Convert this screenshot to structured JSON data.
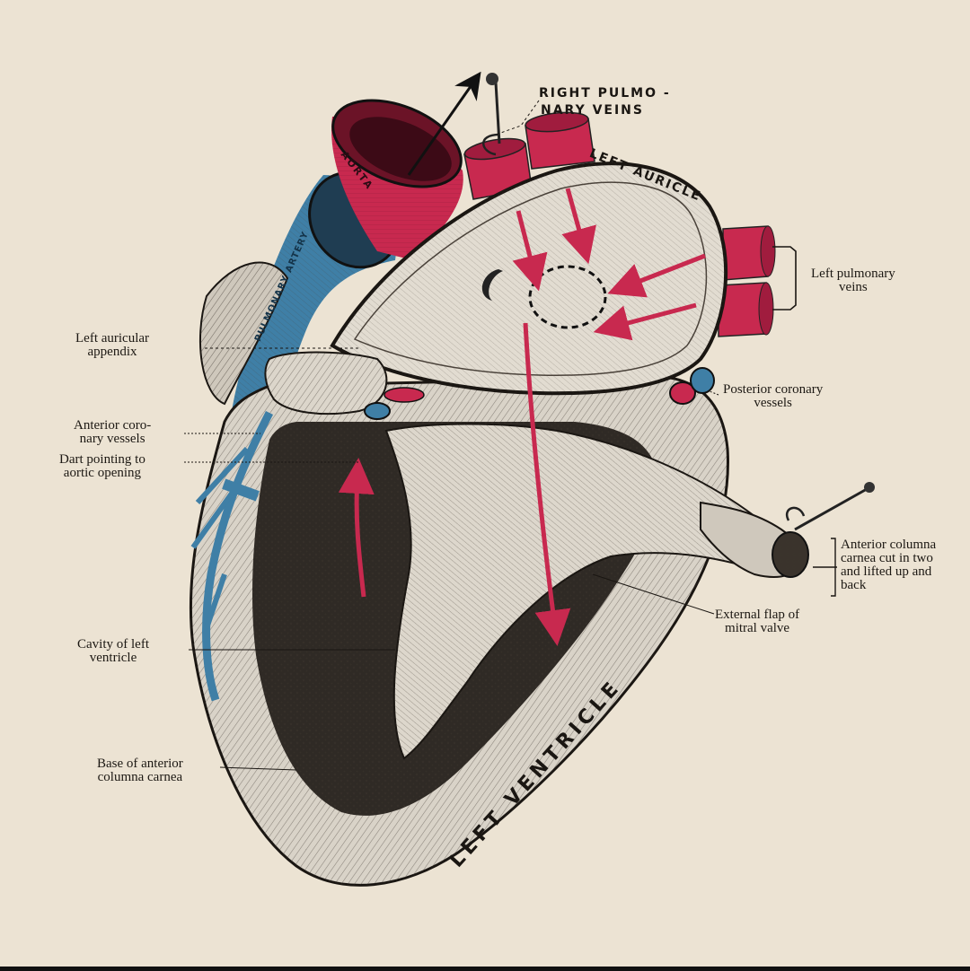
{
  "colors": {
    "paper": "#ece3d3",
    "artery_red": "#c8294f",
    "vein_blue": "#3f7fa6",
    "engraving": "#2a2622",
    "muscle_light": "#dcd6cb"
  },
  "labels": {
    "right_pulmonary_veins": [
      "RIGHT PULMO -",
      "NARY VEINS"
    ],
    "left_auricle": "LEFT AURICLE",
    "aorta": "AORTA",
    "pulmonary_artery": "PULMONARY ARTERY",
    "left_pulmonary_veins": [
      "Left pulmonary",
      "veins"
    ],
    "left_auricular_appendix": [
      "Left auricular",
      "appendix"
    ],
    "posterior_coronary_vessels": [
      "Posterior coronary",
      "vessels"
    ],
    "anterior_coronary_vessels": [
      "Anterior coro-",
      "nary vessels"
    ],
    "dart_aortic_opening": [
      "Dart pointing to",
      "aortic opening"
    ],
    "anterior_columna_carnea": [
      "Anterior columna",
      "carnea cut in two",
      "and lifted up and",
      "back"
    ],
    "external_flap_mitral": [
      "External flap of",
      "mitral valve"
    ],
    "cavity_left_ventricle": [
      "Cavity of left",
      "ventricle"
    ],
    "base_anterior_columna": [
      "Base of anterior",
      "columna carnea"
    ],
    "left_ventricle": "LEFT VENTRICLE"
  }
}
